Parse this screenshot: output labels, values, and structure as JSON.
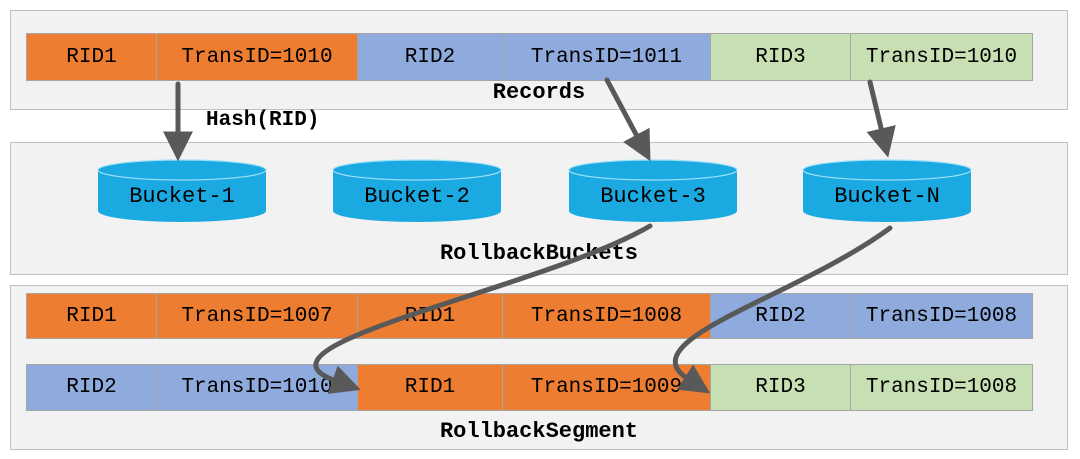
{
  "colors": {
    "orange": "#ED7D31",
    "blue": "#8FAADC",
    "green": "#C6E0B4",
    "cyan": "#1BA9E2",
    "cyan_highlight": "#9FE0F7",
    "band_bg": "#F2F2F2",
    "band_border": "#C0C0C0",
    "cell_border": "#A6A6A6",
    "arrow": "#595959",
    "text": "#000000"
  },
  "hash_label": "Hash(RID)",
  "records_band": {
    "label": "Records",
    "cells": [
      {
        "text": "RID1",
        "color": "orange"
      },
      {
        "text": "TransID=1010",
        "color": "orange"
      },
      {
        "text": "RID2",
        "color": "blue"
      },
      {
        "text": "TransID=1011",
        "color": "blue"
      },
      {
        "text": "RID3",
        "color": "green"
      },
      {
        "text": "TransID=1010",
        "color": "green"
      }
    ]
  },
  "buckets_band": {
    "label": "RollbackBuckets",
    "buckets": [
      {
        "label": "Bucket-1"
      },
      {
        "label": "Bucket-2"
      },
      {
        "label": "Bucket-3"
      },
      {
        "label": "Bucket-N"
      }
    ]
  },
  "segment_band": {
    "label": "RollbackSegment",
    "row1": [
      {
        "text": "RID1",
        "color": "orange"
      },
      {
        "text": "TransID=1007",
        "color": "orange"
      },
      {
        "text": "RID1",
        "color": "orange"
      },
      {
        "text": "TransID=1008",
        "color": "orange"
      },
      {
        "text": "RID2",
        "color": "blue"
      },
      {
        "text": "TransID=1008",
        "color": "blue"
      }
    ],
    "row2": [
      {
        "text": "RID2",
        "color": "blue"
      },
      {
        "text": "TransID=1010",
        "color": "blue"
      },
      {
        "text": "RID1",
        "color": "orange"
      },
      {
        "text": "TransID=1009",
        "color": "orange"
      },
      {
        "text": "RID3",
        "color": "green"
      },
      {
        "text": "TransID=1008",
        "color": "green"
      }
    ]
  },
  "arrows": [
    {
      "from": "record-transid-1010-orange",
      "to": "bucket-1",
      "style": "straight"
    },
    {
      "from": "record-transid-1011-blue",
      "to": "bucket-3",
      "style": "straight"
    },
    {
      "from": "record-transid-1010-green",
      "to": "bucket-n",
      "style": "straight"
    },
    {
      "from": "bucket-3",
      "to": "segment-row2-rid1",
      "style": "curved"
    },
    {
      "from": "bucket-n",
      "to": "segment-row2-rid3",
      "style": "curved"
    }
  ]
}
